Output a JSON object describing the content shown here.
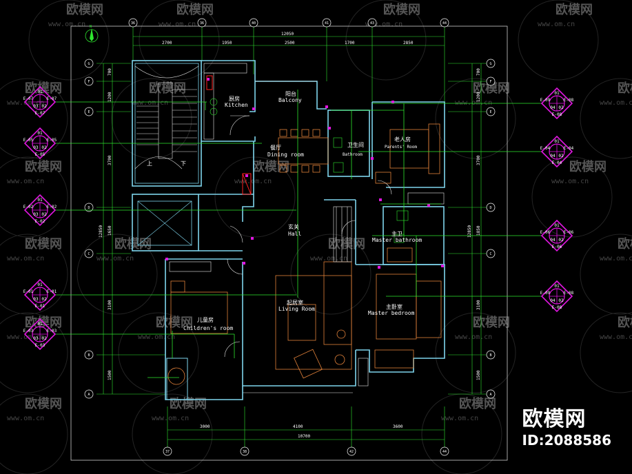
{
  "watermark": {
    "brand": "欧模网",
    "url": "www.om.cn"
  },
  "brand_badge": {
    "name": "欧模网",
    "id": "ID:2088586"
  },
  "compass": {
    "label": "N"
  },
  "top_axes": [
    "36",
    "36",
    "40",
    "41",
    "43",
    "44"
  ],
  "bottom_axes": [
    "37",
    "38",
    "42",
    "44"
  ],
  "left_axes": [
    "G",
    "F",
    "E",
    "D",
    "C",
    "B",
    "A"
  ],
  "right_axes": [
    "G",
    "F",
    "E",
    "D",
    "C",
    "B",
    "A"
  ],
  "dims": {
    "top_total": "12050",
    "top_segments": [
      "2700",
      "1950",
      "2500",
      "1700",
      "2850"
    ],
    "bottom_total": "10700",
    "bottom_segments": [
      "3000",
      "4100",
      "3600"
    ],
    "left_total": "12850",
    "left_segments": [
      "700",
      "1200",
      "3700",
      "1650",
      "3100",
      "1500"
    ],
    "right_total": "12850",
    "right_segments": [
      "700",
      "1200",
      "3700",
      "1850",
      "3100",
      "1500"
    ]
  },
  "rooms": [
    {
      "cn": "厨房",
      "en": "Kitchen"
    },
    {
      "cn": "阳台",
      "en": "Balcony"
    },
    {
      "cn": "餐厅",
      "en": "Dining room"
    },
    {
      "cn": "卫生间",
      "en": "Bathroom"
    },
    {
      "cn": "老人房",
      "en": "Parents' Room"
    },
    {
      "cn": "玄关",
      "en": "Hall"
    },
    {
      "cn": "主卫",
      "en": "Master bathroom"
    },
    {
      "cn": "起居室",
      "en": "Living Room"
    },
    {
      "cn": "主卧室",
      "en": "Master bedroom"
    },
    {
      "cn": "儿童房",
      "en": "Children's room"
    }
  ],
  "stair_labels": {
    "up": "上",
    "down": "下"
  },
  "left_markers": [
    {
      "top": "01",
      "l1": "E-07",
      "r1": "E-07",
      "l2": "03",
      "r2": "02",
      "bottom": "E-07"
    },
    {
      "top": "01",
      "l1": "E-05",
      "r1": "E-05",
      "l2": "03",
      "r2": "02",
      "bottom": "E-05"
    },
    {
      "top": "01",
      "l1": "E-02",
      "r1": "E-02",
      "l2": "03",
      "r2": "02",
      "bottom": "E-02"
    },
    {
      "top": "01",
      "l1": "E-01",
      "r1": "E-01",
      "l2": "03",
      "r2": "02",
      "bottom": "E-01"
    },
    {
      "top": "01",
      "l1": "E-03",
      "r1": "E-03",
      "l2": "03",
      "r2": "02",
      "bottom": "E-03"
    }
  ],
  "right_markers": [
    {
      "top": "01",
      "l1": "E-09",
      "r1": "E-08",
      "l2": "04",
      "r2": "02",
      "bottom": "E-08"
    },
    {
      "top": "01",
      "l1": "E-04",
      "r1": "E-04",
      "l2": "04",
      "r2": "02",
      "bottom": "E-04"
    },
    {
      "top": "01",
      "l1": "E-06",
      "r1": "E-06",
      "l2": "04",
      "r2": "02",
      "bottom": "E-06"
    },
    {
      "top": "01",
      "l1": "E-09",
      "r1": "E-08",
      "l2": "04",
      "r2": "02",
      "bottom": "E-08"
    }
  ]
}
